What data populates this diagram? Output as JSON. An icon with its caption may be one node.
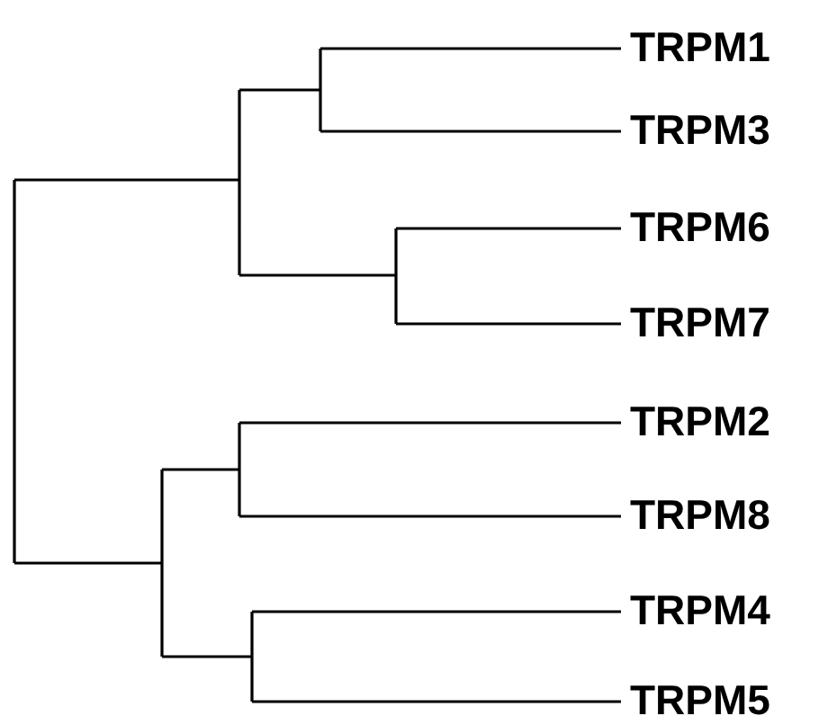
{
  "diagram": {
    "labels": [
      "TRPM1",
      "TRPM3",
      "TRPM6",
      "TRPM7",
      "TRPM2",
      "TRPM8",
      "TRPM4",
      "TRPM5"
    ]
  }
}
